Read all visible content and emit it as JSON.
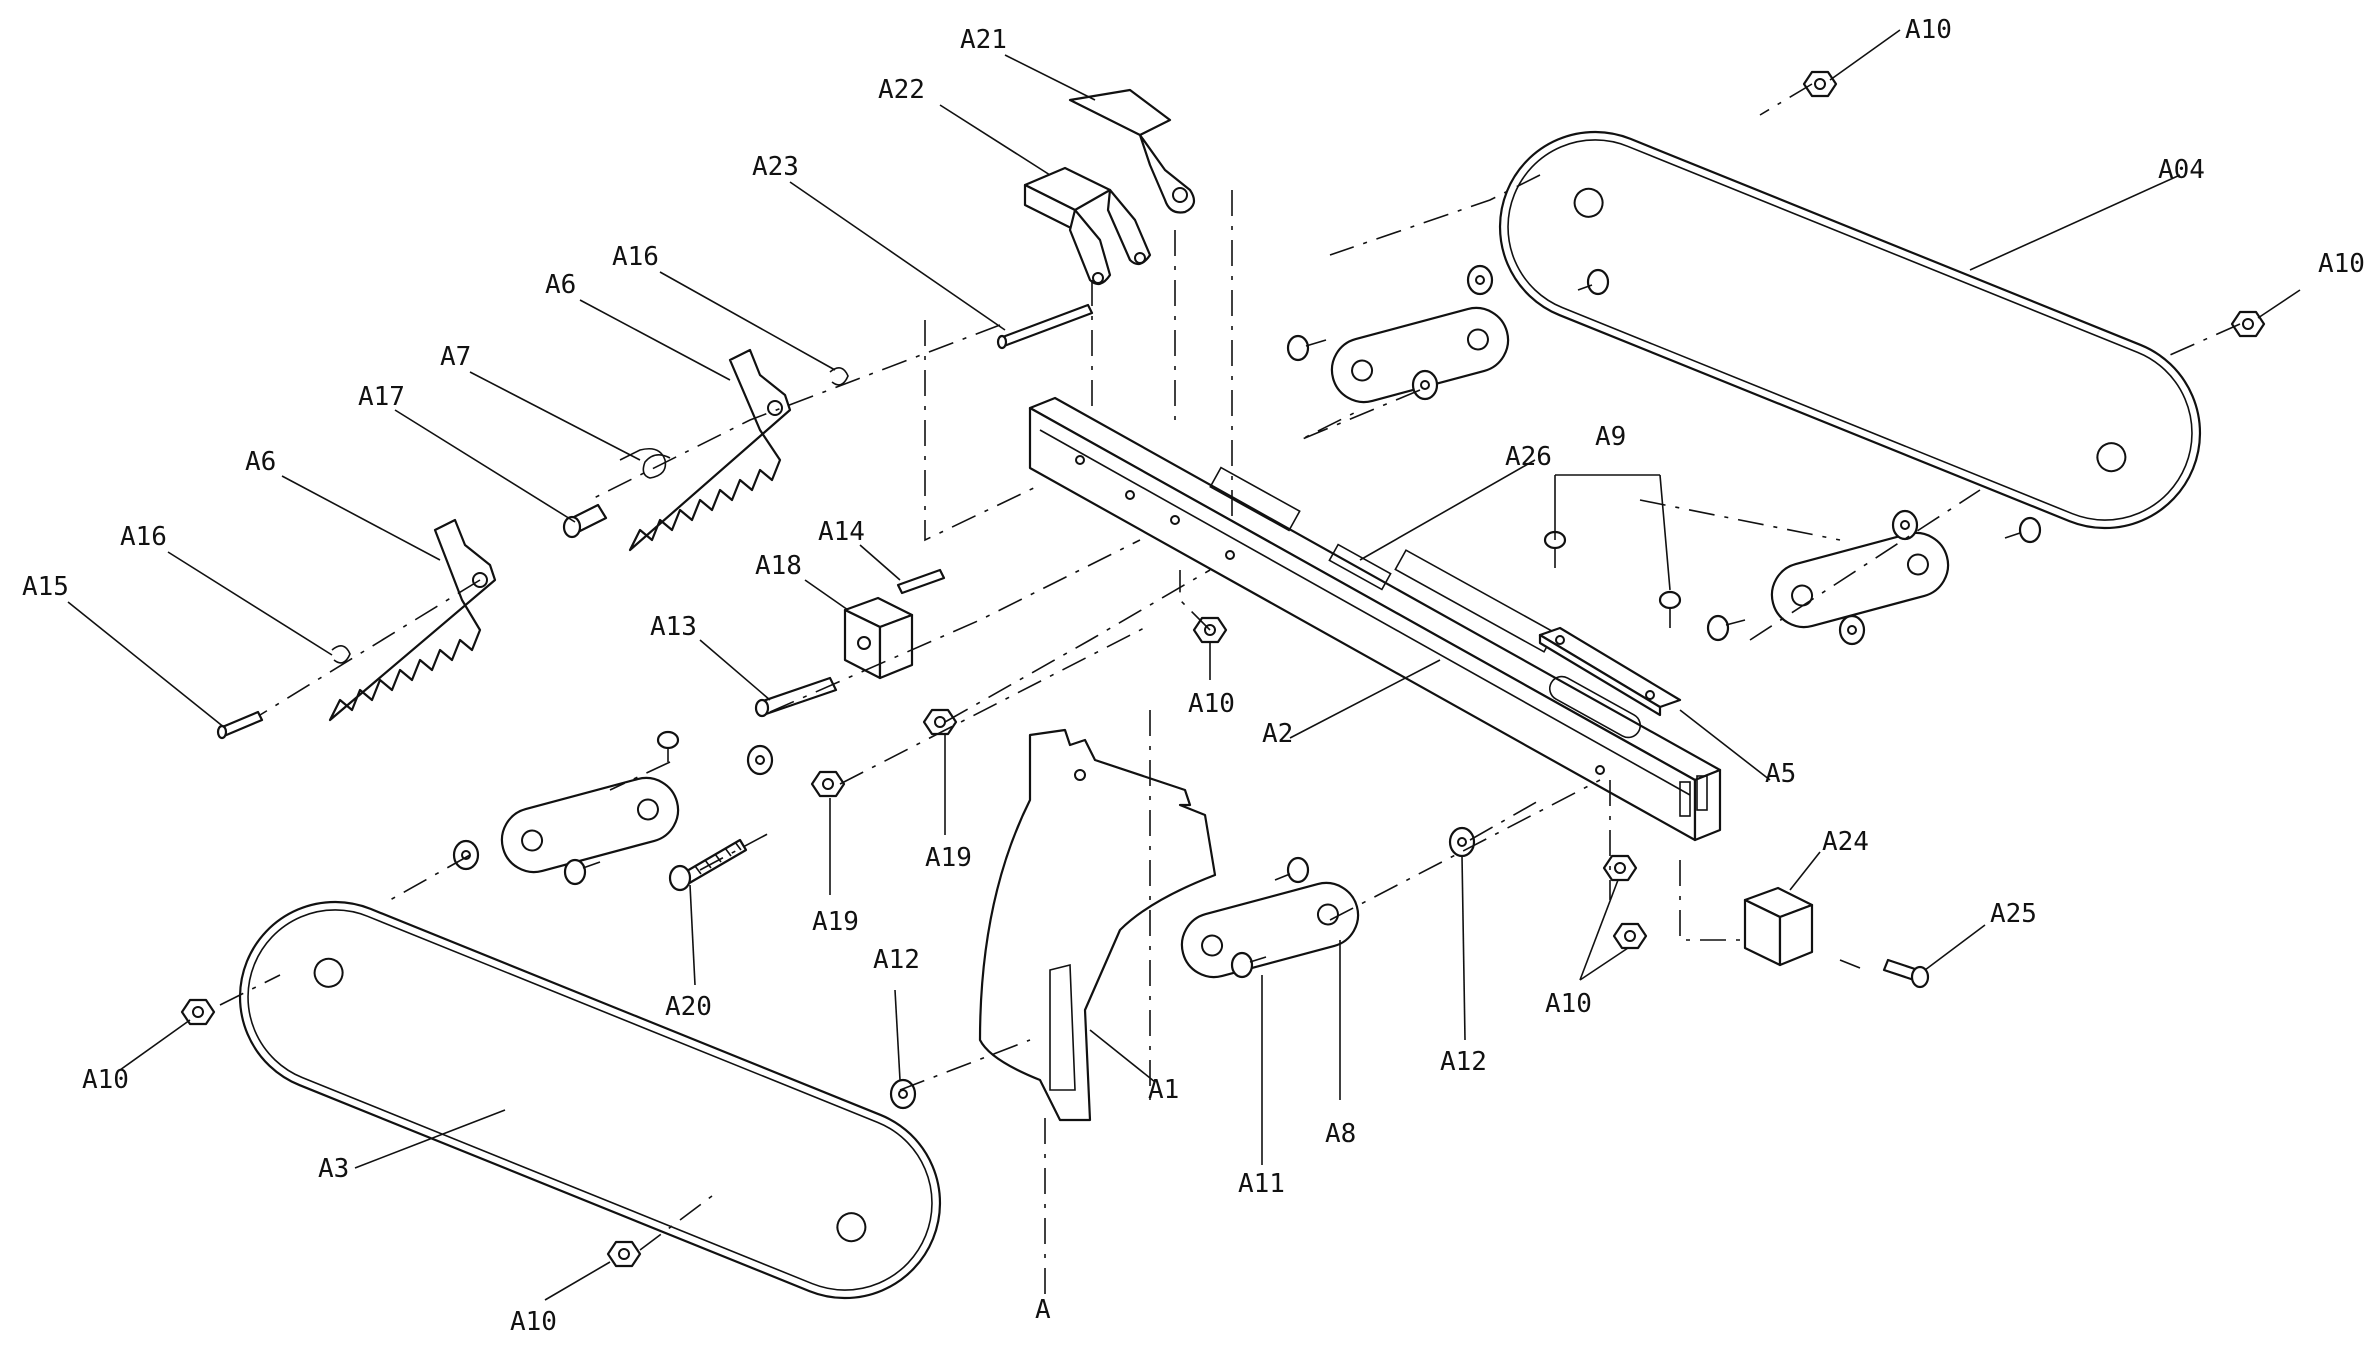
{
  "labels": {
    "A21": "A21",
    "A22": "A22",
    "A23": "A23",
    "A16": "A16",
    "A6": "A6",
    "A7": "A7",
    "A17": "A17",
    "A15": "A15",
    "A14": "A14",
    "A18": "A18",
    "A13": "A13",
    "A10": "A10",
    "A04": "A04",
    "A26": "A26",
    "A9": "A9",
    "A2": "A2",
    "A5": "A5",
    "A24": "A24",
    "A25": "A25",
    "A19": "A19",
    "A20": "A20",
    "A12": "A12",
    "A1": "A1",
    "A8": "A8",
    "A11": "A11",
    "A3": "A3",
    "A": "A"
  }
}
